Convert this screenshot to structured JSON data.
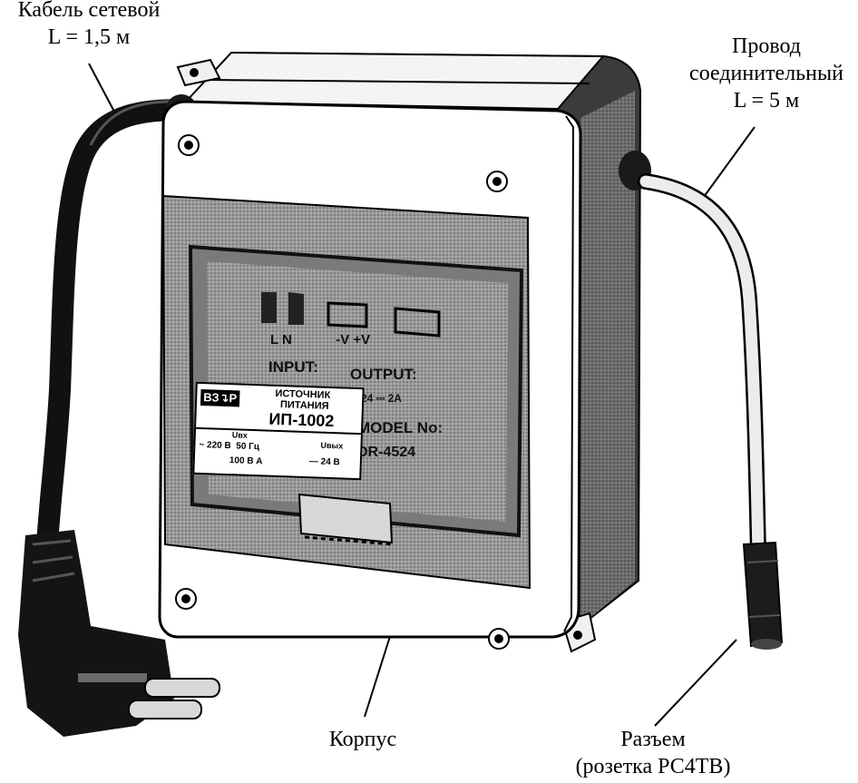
{
  "callouts": {
    "cable": {
      "line1": "Кабель сетевой",
      "line2": "L = 1,5 м"
    },
    "wire": {
      "line1": "Провод",
      "line2": "соединительный",
      "line3": "L = 5 м"
    },
    "housing": {
      "label": "Корпус"
    },
    "connector": {
      "line1": "Разъем",
      "line2": "(розетка РС4ТВ)"
    }
  },
  "label_plate": {
    "logo": "ВЗ",
    "logo_tail": "Р",
    "title1": "ИСТОЧНИК",
    "title2": "ПИТАНИЯ",
    "model": "ИП-1002",
    "uin_header": "Uвх",
    "uout_header": "Uвых",
    "input_voltage": "~ 220 В  50 Гц",
    "output_voltage": "— 24 В",
    "power": "100 В А"
  },
  "inner_module": {
    "input_terminals": "L  N",
    "output_terminals": "-V    +V",
    "input_label": "INPUT:",
    "output_label": "OUTPUT:",
    "output_rating": "24 ⎓ 2A",
    "model_label": "MODEL No:",
    "model_number": "DR-4524"
  },
  "colors": {
    "ink": "#000000",
    "paper": "#ffffff",
    "window": "#8c8c8c"
  }
}
